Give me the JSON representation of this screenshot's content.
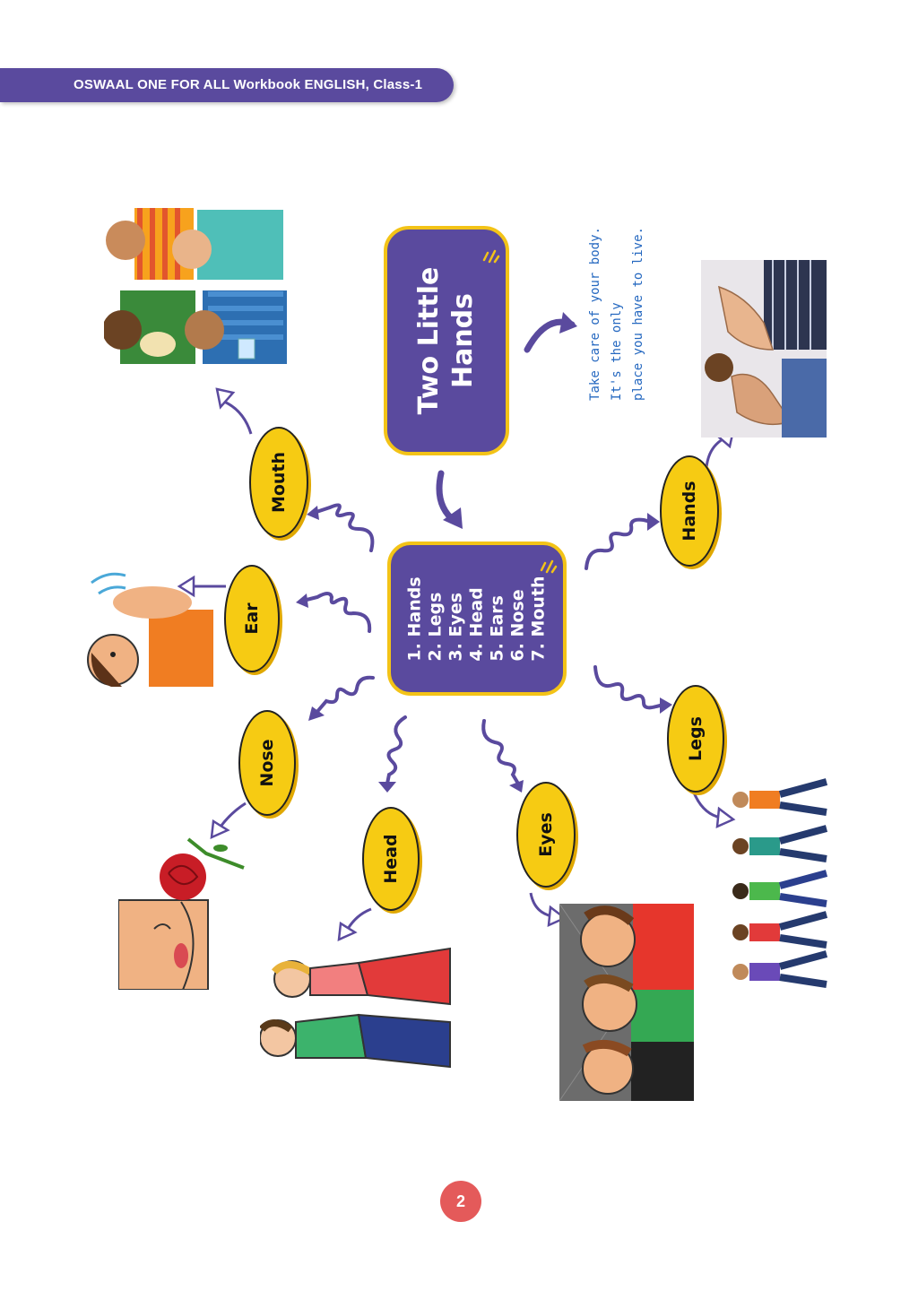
{
  "header": {
    "title": "OSWAAL ONE FOR ALL Workbook ENGLISH, Class-1"
  },
  "central": {
    "title_line1": "Two Little",
    "title_line2": "Hands",
    "list": [
      "1. Hands",
      "2. Legs",
      "3. Eyes",
      "4. Head",
      "5. Ears",
      "6. Nose",
      "7. Mouth"
    ]
  },
  "quote": {
    "line1": "Take care of your body.",
    "line2": "It's the only",
    "line3": "place you have to live."
  },
  "nodes": {
    "mouth": "Mouth",
    "ear": "Ear",
    "nose": "Nose",
    "head": "Head",
    "eyes": "Eyes",
    "legs": "Legs",
    "hands": "Hands"
  },
  "page_number": "2",
  "colors": {
    "purple": "#5a4a9e",
    "yellow": "#f6cb13",
    "quote_blue": "#2568c0",
    "page_badge": "#e45a5a"
  }
}
